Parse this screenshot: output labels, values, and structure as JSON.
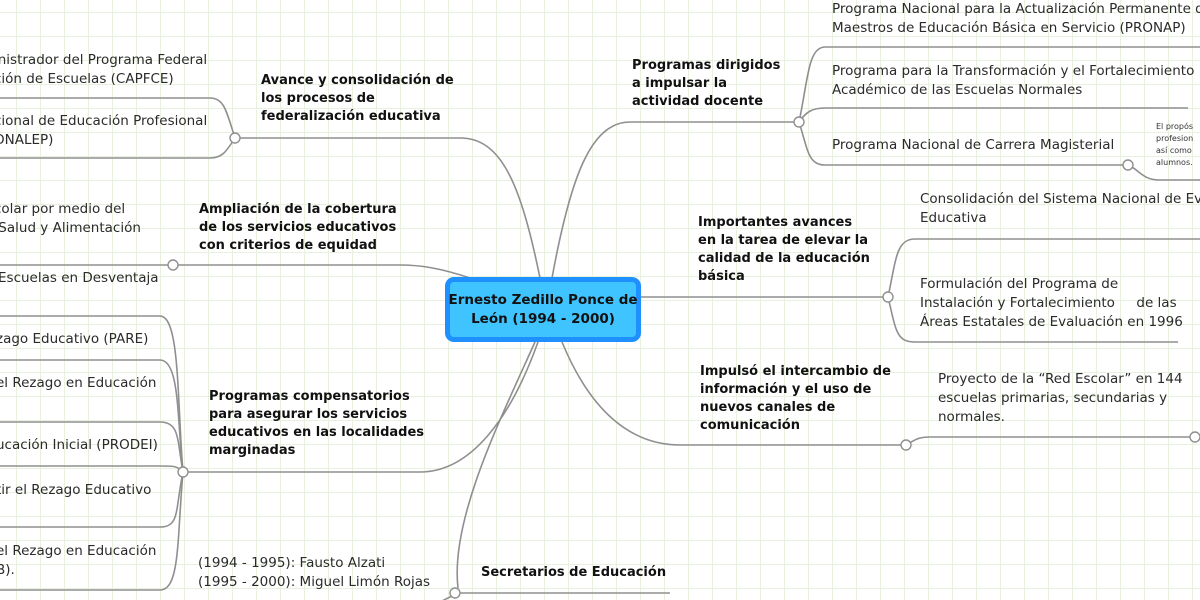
{
  "central": "Ernesto Zedillo Ponce de\nLeón (1994 - 2000)",
  "left": {
    "avance": {
      "title": "Avance y consolidación de\nlos procesos de\nfederalización educativa",
      "children": [
        "inistrador del Programa Federal\nción de Escuelas (CAPFCE)",
        "cional de Educación Profesional\nONALEP)"
      ]
    },
    "ampliacion": {
      "title": "Ampliación de la cobertura\nde los servicios educativos\ncon criterios de equidad",
      "children": [
        "colar por medio del\n Salud y Alimentación",
        "Escuelas en Desventaja"
      ]
    },
    "compensatorios": {
      "title": "Programas compensatorios\npara asegurar los servicios\neducativos en las localidades\nmarginadas",
      "children": [
        "zago Educativo (PARE)",
        "el Rezago en Educación",
        "ucación Inicial (PRODEI)",
        "tir el Rezago Educativo",
        "el Rezago en Educación\nB)."
      ]
    },
    "secretarios": {
      "title": "Secretarios de Educación",
      "detail": "(1994 - 1995): Fausto Alzati\n(1995 - 2000): Miguel Limón Rojas"
    }
  },
  "right": {
    "docente": {
      "title": "Programas dirigidos\na impulsar la\nactividad docente",
      "children": [
        "Programa Nacional para la Actualización Permanente de\nMaestros de Educación Básica en Servicio (PRONAP)",
        "Programa para la Transformación y el Fortalecimiento\nAcadémico de las Escuelas Normales",
        "Programa Nacional de Carrera Magisterial"
      ],
      "note": "El propós\nprofesion\nasí como\nalumnos."
    },
    "calidad": {
      "title": "Importantes avances\nen la tarea de elevar la\ncalidad de la educación\nbásica",
      "children": [
        "Consolidación del Sistema Nacional de Eva\nEducativa",
        "Formulación del Programa de\nInstalación y Fortalecimiento     de las\nÁreas Estatales de Evaluación en 1996"
      ]
    },
    "intercambio": {
      "title": "Impulsó el intercambio de\ninformación y el uso de\nnuevos canales de\ncomunicación",
      "children": [
        "Proyecto de la “Red Escolar” en 144\nescuelas primarias, secundarias y\nnormales."
      ]
    }
  },
  "colors": {
    "line": "#8f8f8f",
    "center_fill": "#40c4ff",
    "center_border": "#1e90ff",
    "grid": "#e8f1de"
  }
}
